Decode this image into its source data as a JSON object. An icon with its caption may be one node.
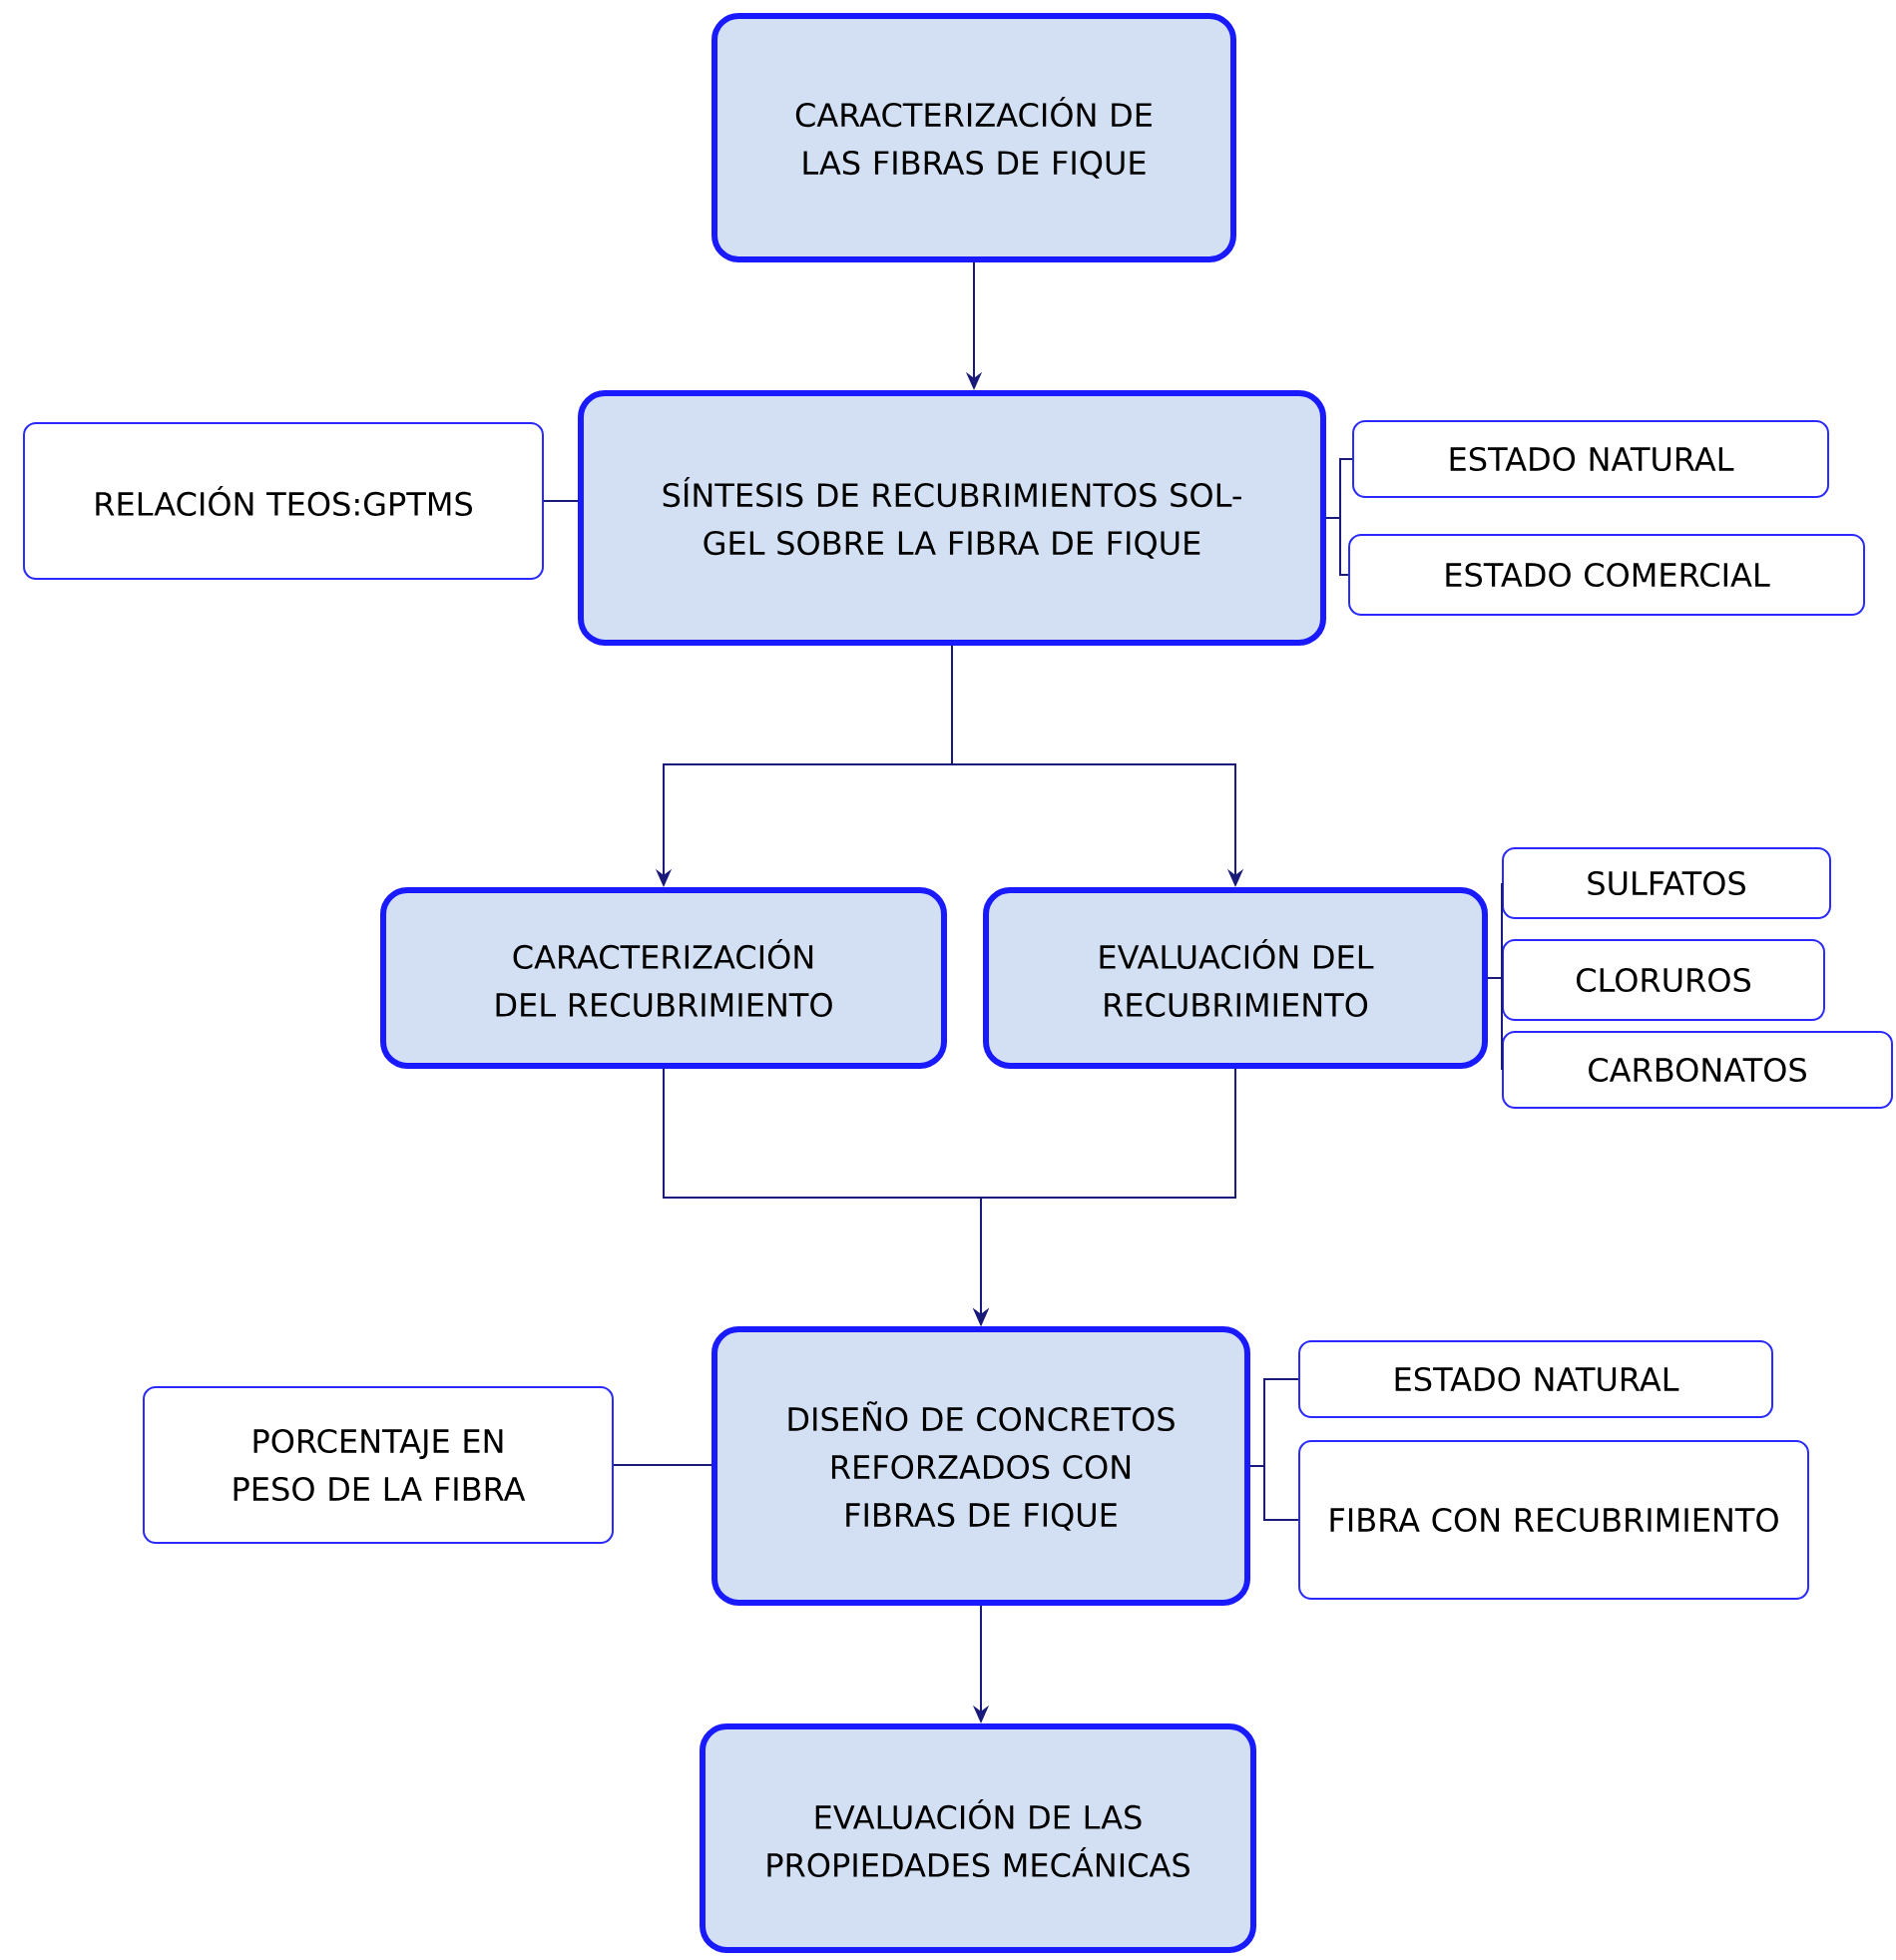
{
  "diagram": {
    "nodes": [
      {
        "text": [
          "CARACTERIZACIÓN DE LAS FIBRAS DE FIQUE"
        ]
      },
      {
        "text": [
          "RELACIÓN TEOS:GPTMS"
        ]
      },
      {
        "text": [
          "SÍNTESIS DE RECUBRIMIENTOS SOL-GEL SOBRE LA FIBRA DE FIQUE"
        ]
      },
      {
        "text": [
          "ESTADO NATURAL"
        ]
      },
      {
        "text": [
          "ESTADO COMERCIAL"
        ]
      },
      {
        "text": [
          "CARACTERIZACIÓN DEL RECUBRIMIENTO"
        ]
      },
      {
        "text": [
          "EVALUACIÓN DEL RECUBRIMIENTO"
        ]
      },
      {
        "text": [
          "SULFATOS"
        ]
      },
      {
        "text": [
          "CLORUROS"
        ]
      },
      {
        "text": [
          "CARBONATOS"
        ]
      },
      {
        "text": [
          "PORCENTAJE EN PESO DE LA FIBRA"
        ]
      },
      {
        "text": [
          "DISEÑO DE CONCRETOS REFORZADOS CON FIBRAS DE FIQUE"
        ]
      },
      {
        "text": [
          "ESTADO NATURAL"
        ]
      },
      {
        "text": [
          "FIBRA CON RECUBRIMIENTO"
        ]
      },
      {
        "text": [
          "EVALUACIÓN DE LAS PROPIEDADES MECÁNICAS"
        ]
      }
    ],
    "edges": [
      {
        "from": 0,
        "to": 2,
        "arrow": "to"
      },
      {
        "from": 1,
        "to": 2,
        "arrow": "none"
      },
      {
        "from": 2,
        "to": 3,
        "arrow": "none"
      },
      {
        "from": 2,
        "to": 4,
        "arrow": "none"
      },
      {
        "from": 2,
        "to": 5,
        "arrow": "to"
      },
      {
        "from": 2,
        "to": 6,
        "arrow": "to"
      },
      {
        "from": 6,
        "to": 7,
        "arrow": "none"
      },
      {
        "from": 6,
        "to": 8,
        "arrow": "none"
      },
      {
        "from": 6,
        "to": 9,
        "arrow": "none"
      },
      {
        "from": 5,
        "to": 11,
        "arrow": "to"
      },
      {
        "from": 6,
        "to": 11,
        "arrow": "to"
      },
      {
        "from": 10,
        "to": 11,
        "arrow": "none"
      },
      {
        "from": 11,
        "to": 12,
        "arrow": "none"
      },
      {
        "from": 11,
        "to": 13,
        "arrow": "none"
      },
      {
        "from": 11,
        "to": 14,
        "arrow": "to"
      }
    ]
  }
}
